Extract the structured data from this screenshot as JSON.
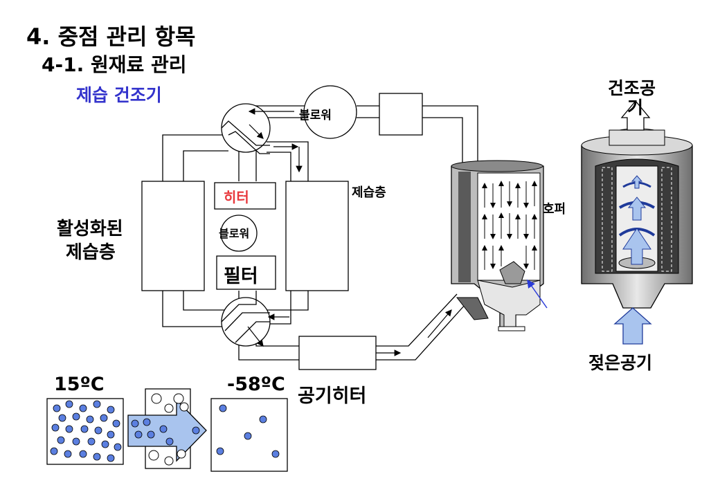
{
  "header": {
    "title": "4. 중점 관리 항목",
    "subtitle": "4-1. 원재료 관리",
    "section": "제습 건조기"
  },
  "labels": {
    "blower_top": "블로워",
    "blower_mid": "블로워",
    "heater": "히터",
    "filter": "필터",
    "activated_bed_line1": "활성화된",
    "activated_bed_line2": "제습층",
    "desiccant_bed": "제습층",
    "hopper": "호퍼",
    "dry_air_line1": "건조공",
    "dry_air_line2": "기",
    "wet_air": "젖은공기",
    "temp_in": "15ºC",
    "temp_out": "-58ºC",
    "air_heater": "공기히터"
  },
  "colors": {
    "heater_text": "#e8383d",
    "section_text": "#3333cc",
    "dot_fill": "#5b7fe0",
    "arrow_fill": "#a9c4ee",
    "dark_arrow": "#1f3a9a"
  }
}
